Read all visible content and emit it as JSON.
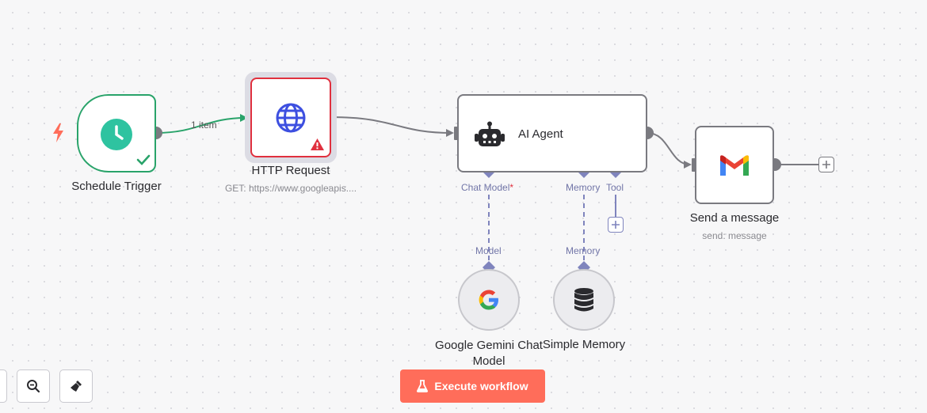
{
  "nodes": {
    "schedule": {
      "label": "Schedule Trigger",
      "icon": "clock-icon",
      "status": "success"
    },
    "http": {
      "label": "HTTP Request",
      "sublabel": "GET: https://www.googleapis....",
      "icon": "globe-icon",
      "status": "warning"
    },
    "agent": {
      "label": "AI Agent",
      "icon": "robot-icon"
    },
    "gmail": {
      "label": "Send a message",
      "sublabel": "send: message",
      "icon": "gmail-icon"
    },
    "gemini": {
      "label_line1": "Google Gemini Chat",
      "label_line2": "Model",
      "icon": "google-icon"
    },
    "memory": {
      "label": "Simple Memory",
      "icon": "database-icon"
    }
  },
  "edges": {
    "schedule_to_http_label": "1 item"
  },
  "ports": {
    "chat_model": "Chat Model",
    "chat_model_required": "*",
    "memory": "Memory",
    "tool": "Tool",
    "gemini_model": "Model",
    "memory_out": "Memory"
  },
  "toolbar": {
    "execute_label": "Execute workflow"
  },
  "colors": {
    "accent": "#ff6d5a",
    "success": "#29a36a",
    "error": "#e0303e",
    "port": "#7f84bd",
    "globe": "#3d4fe0",
    "clock": "#2ec3a0"
  }
}
